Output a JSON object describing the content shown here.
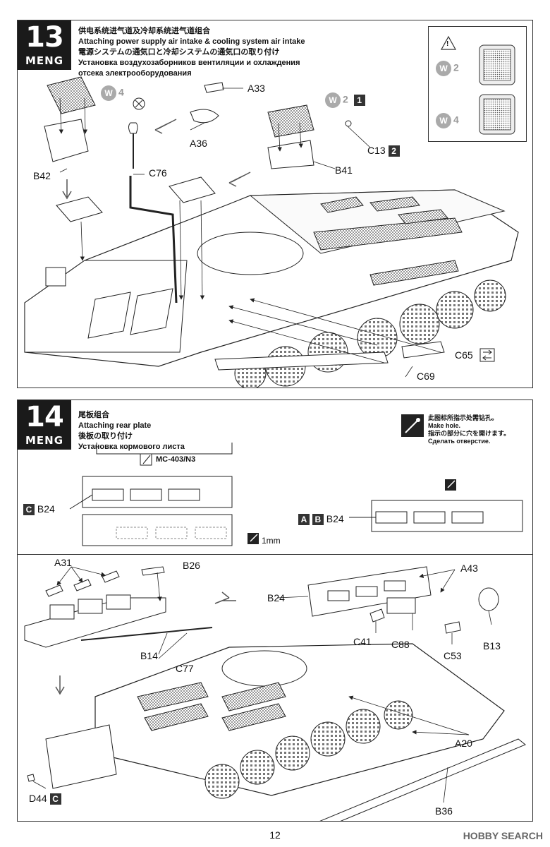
{
  "step13": {
    "number": "13",
    "brand": "MENG",
    "title_cn": "供电系统进气道及冷却系统进气道组合",
    "title_en": "Attaching power supply air intake & cooling system air intake",
    "title_jp": "電源システムの通気口と冷却システムの通気口の取り付け",
    "title_ru1": "Установка воздухозаборников вентиляции и охлаждения",
    "title_ru2": "отсека электрооборудования",
    "parts": {
      "a33": "A33",
      "a36": "A36",
      "b42": "B42",
      "c76": "C76",
      "c13": "C13",
      "b41": "B41",
      "c65": "C65",
      "c69": "C69"
    },
    "badges": {
      "w4": "4",
      "w2": "2",
      "w_letter": "W",
      "step1": "1",
      "step2": "2"
    },
    "inset": {
      "w2": "2",
      "w4": "4",
      "warning": "!"
    }
  },
  "step14": {
    "number": "14",
    "brand": "MENG",
    "title_cn": "尾板组合",
    "title_en": "Attaching rear plate",
    "title_jp": "後板の取り付け",
    "title_ru": "Установка кормового листа",
    "drill_note": {
      "cn": "此图标所指示处需钻孔。",
      "en": "Make hole.",
      "jp": "指示の部分に穴を開けます。",
      "ru": "Сделать отверстие."
    },
    "tool_ref": "MC-403/N3",
    "drill_size": "1mm",
    "variants": {
      "c": "C",
      "a": "A",
      "b": "B",
      "b24_c": "B24",
      "b24_ab": "B24"
    },
    "parts": {
      "a31": "A31",
      "b26": "B26",
      "b14": "B14",
      "c77": "C77",
      "b24": "B24",
      "a43": "A43",
      "c41": "C41",
      "c88": "C88",
      "c53": "C53",
      "b13": "B13",
      "a20": "A20",
      "d44": "D44",
      "d44_variant": "C",
      "b36": "B36"
    }
  },
  "page": {
    "number": "12",
    "watermark": "HOBBY SEARCH"
  }
}
